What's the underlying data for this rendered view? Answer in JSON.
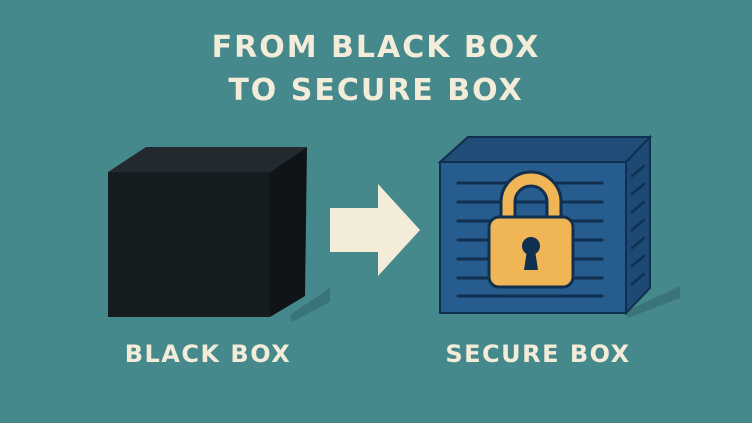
{
  "title": {
    "line1": "FROM BLACK BOX",
    "line2": "TO SECURE BOX"
  },
  "labels": {
    "left": "BLACK BOX",
    "right": "SECURE BOX"
  },
  "icons": {
    "black_box": "black-cube-icon",
    "arrow": "right-arrow-icon",
    "secure_box": "secure-box-icon",
    "padlock": "padlock-icon"
  },
  "colors": {
    "background": "#45898d",
    "text": "#f2ecd9",
    "black_box": "#161d21",
    "secure_box": "#275d8e",
    "padlock": "#f0b656",
    "arrow": "#f2ecd9"
  }
}
